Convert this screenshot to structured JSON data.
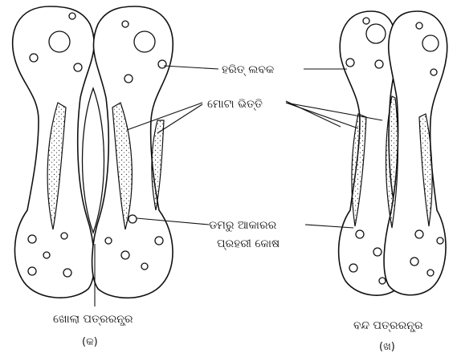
{
  "labels": {
    "chloroplast": "ହରିତ୍ ଲବକ",
    "thick_wall": "ମୋଟା ଭିତ୍ତି",
    "dumbbell_line1": "ଡମରୁ ଆକାରର",
    "dumbbell_line2": "ପ୍ରହରୀ କୋଷ"
  },
  "panel_a": {
    "title": "ଖୋଲା ପତ୍ରରନ୍ଧ୍ର",
    "tag": "(କ)"
  },
  "panel_b": {
    "title": "ବନ୍ଦ ପତ୍ରରନ୍ଧ୍ର",
    "tag": "(ଖ)"
  }
}
